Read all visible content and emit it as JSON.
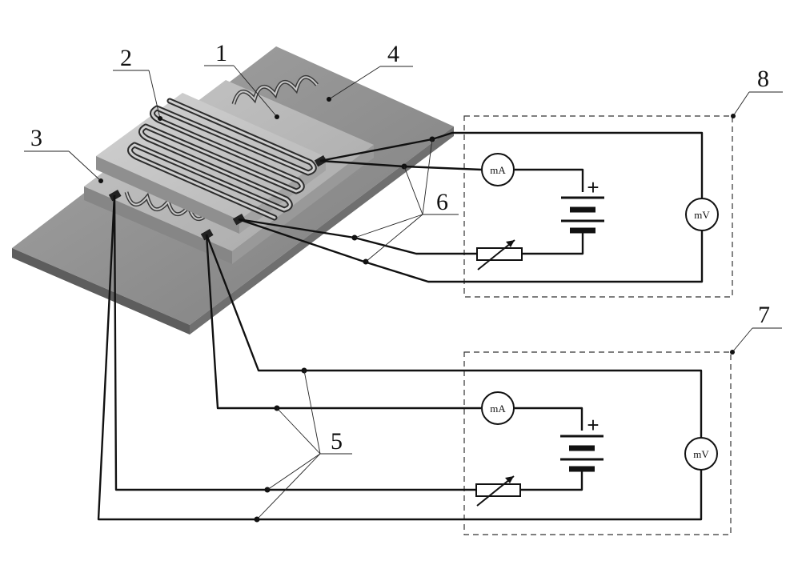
{
  "diagram": {
    "labels": {
      "n1": "1",
      "n2": "2",
      "n3": "3",
      "n4": "4",
      "n5": "5",
      "n6": "6",
      "n7": "7",
      "n8": "8"
    },
    "circuit_upper": {
      "ammeter": "mA",
      "voltmeter": "mV",
      "battery_plus": "+"
    },
    "circuit_lower": {
      "ammeter": "mA",
      "voltmeter": "mV",
      "battery_plus": "+"
    }
  }
}
